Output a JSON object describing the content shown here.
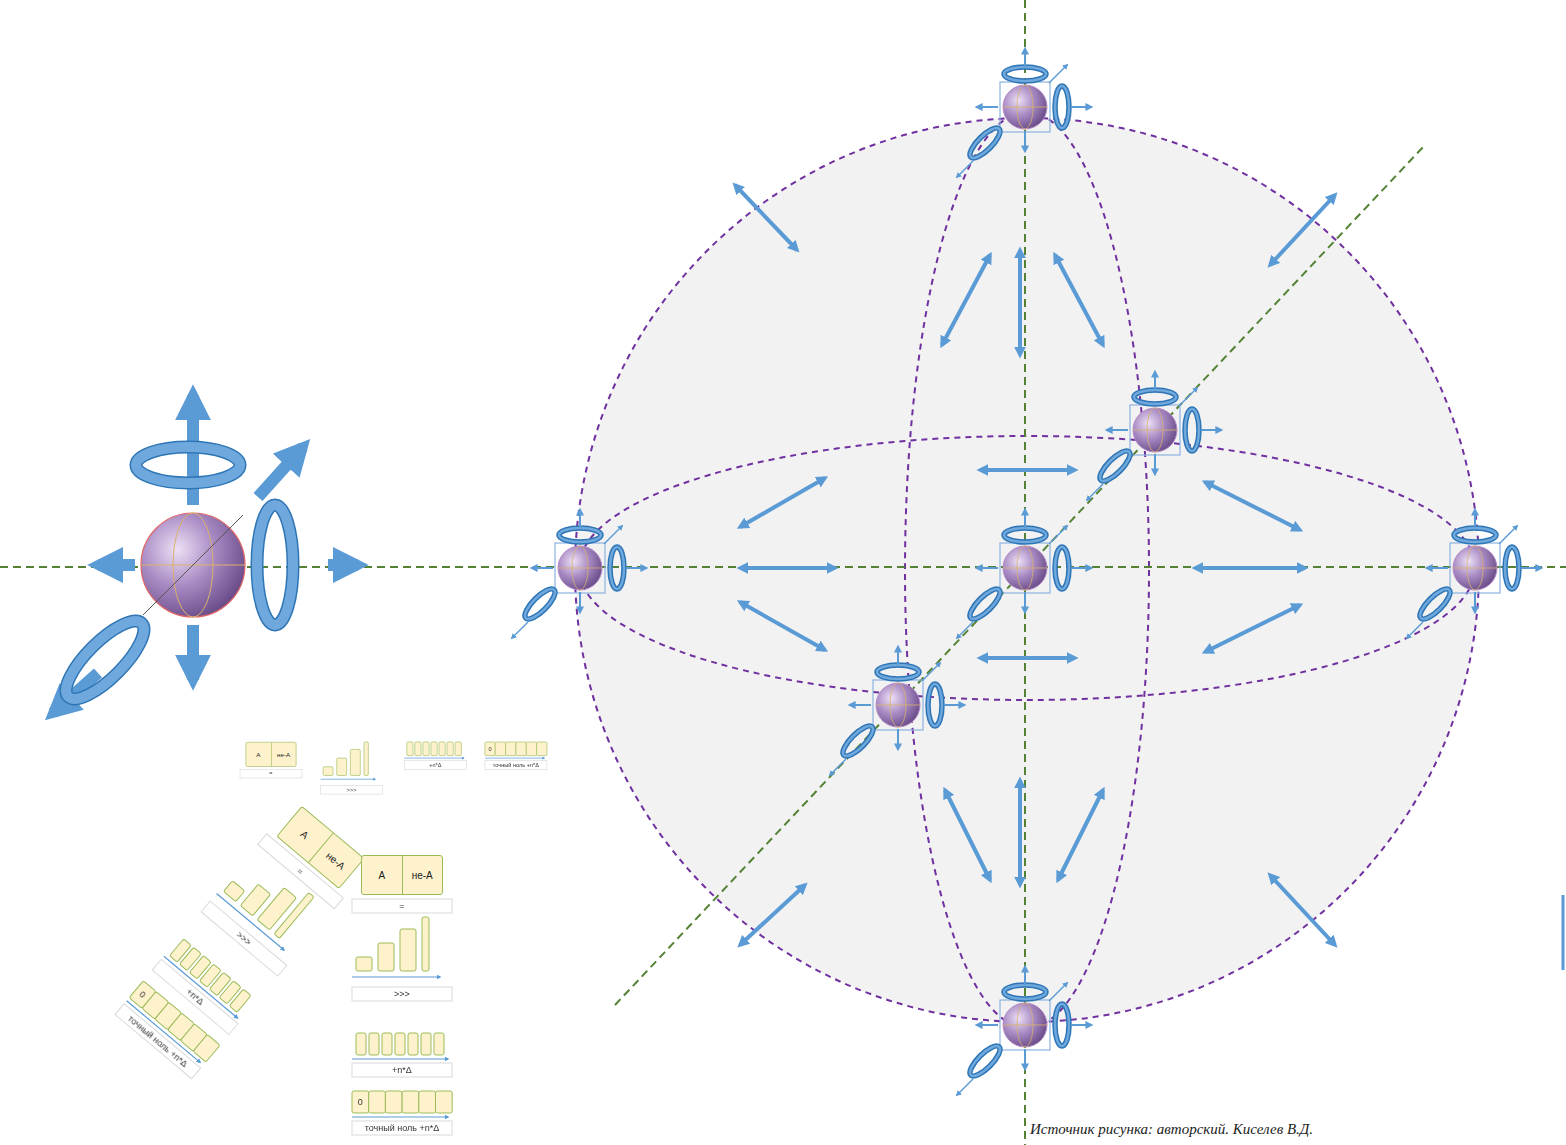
{
  "diagram": {
    "caption": "Источник рисунка: авторский. Киселев В.Д.",
    "nodes": [
      {
        "text": [
          "А",
          "не-А"
        ]
      },
      {
        "text": [
          "А",
          "не-А"
        ]
      },
      {
        "text": [
          "А",
          "не-А"
        ]
      }
    ],
    "labels": [
      "=",
      ">>>",
      "+n*Δ",
      "0",
      "точный ноль +n*Δ",
      "=",
      ">>>",
      "+n*Δ",
      "0",
      "точный ноль +n*Δ",
      "=",
      ">>>",
      "+n*Δ",
      "0",
      "точный ноль +n*Δ"
    ]
  }
}
